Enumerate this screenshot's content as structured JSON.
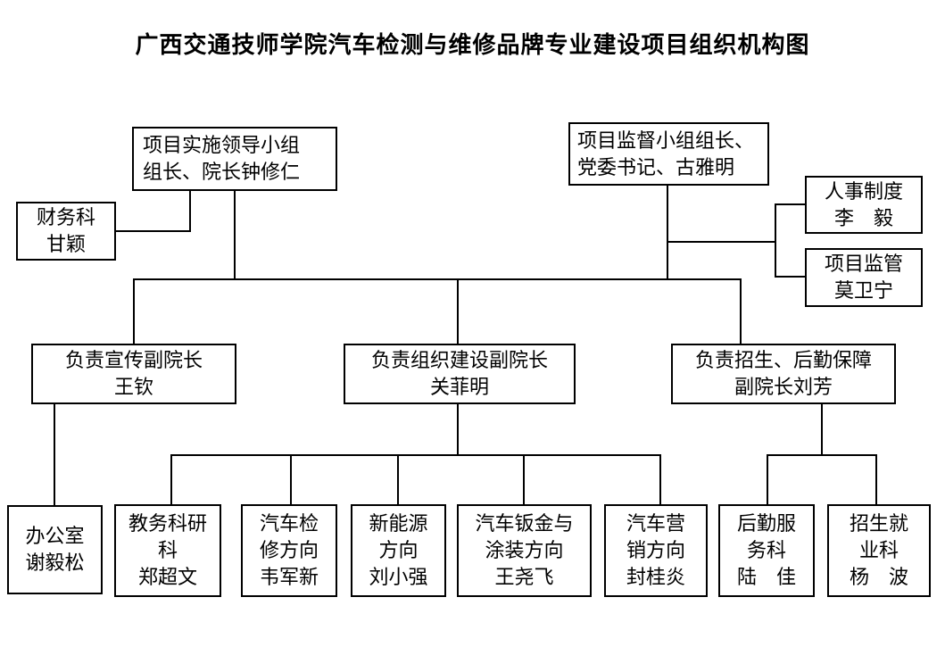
{
  "title": "广西交通技师学院汽车检测与维修品牌专业建设项目组织机构图",
  "colors": {
    "line": "#000000",
    "background": "#ffffff",
    "text": "#000000"
  },
  "boxes": {
    "leader_group": {
      "lines": [
        "项目实施领导小组",
        "组长、院长钟修仁"
      ]
    },
    "supervision_group": {
      "lines": [
        "项目监督小组组长、",
        "党委书记、古雅明"
      ]
    },
    "finance": {
      "lines": [
        "财务科",
        "甘颖"
      ]
    },
    "personnel": {
      "lines": [
        "人事制度",
        "李　毅"
      ]
    },
    "project_oversight": {
      "lines": [
        "项目监管",
        "莫卫宁"
      ]
    },
    "publicity_vp": {
      "lines": [
        "负责宣传副院长",
        "王钦"
      ]
    },
    "organization_vp": {
      "lines": [
        "负责组织建设副院长",
        "关菲明"
      ]
    },
    "enrollment_vp": {
      "lines": [
        "负责招生、后勤保障",
        "副院长刘芳"
      ]
    },
    "office": {
      "lines": [
        "办公室",
        "谢毅松"
      ]
    },
    "academic_research": {
      "lines": [
        "教务科研",
        "科",
        "郑超文"
      ]
    },
    "vehicle_repair": {
      "lines": [
        "汽车检",
        "修方向",
        "韦军新"
      ]
    },
    "new_energy": {
      "lines": [
        "新能源",
        "方向",
        "刘小强"
      ]
    },
    "sheet_metal_paint": {
      "lines": [
        "汽车钣金与",
        "涂装方向",
        "王尧飞"
      ]
    },
    "vehicle_marketing": {
      "lines": [
        "汽车营",
        "销方向",
        "封桂炎"
      ]
    },
    "logistics_service": {
      "lines": [
        "后勤服",
        "务科",
        "陆　佳"
      ]
    },
    "enrollment_employment": {
      "lines": [
        "招生就",
        "业科",
        "杨　波"
      ]
    }
  }
}
